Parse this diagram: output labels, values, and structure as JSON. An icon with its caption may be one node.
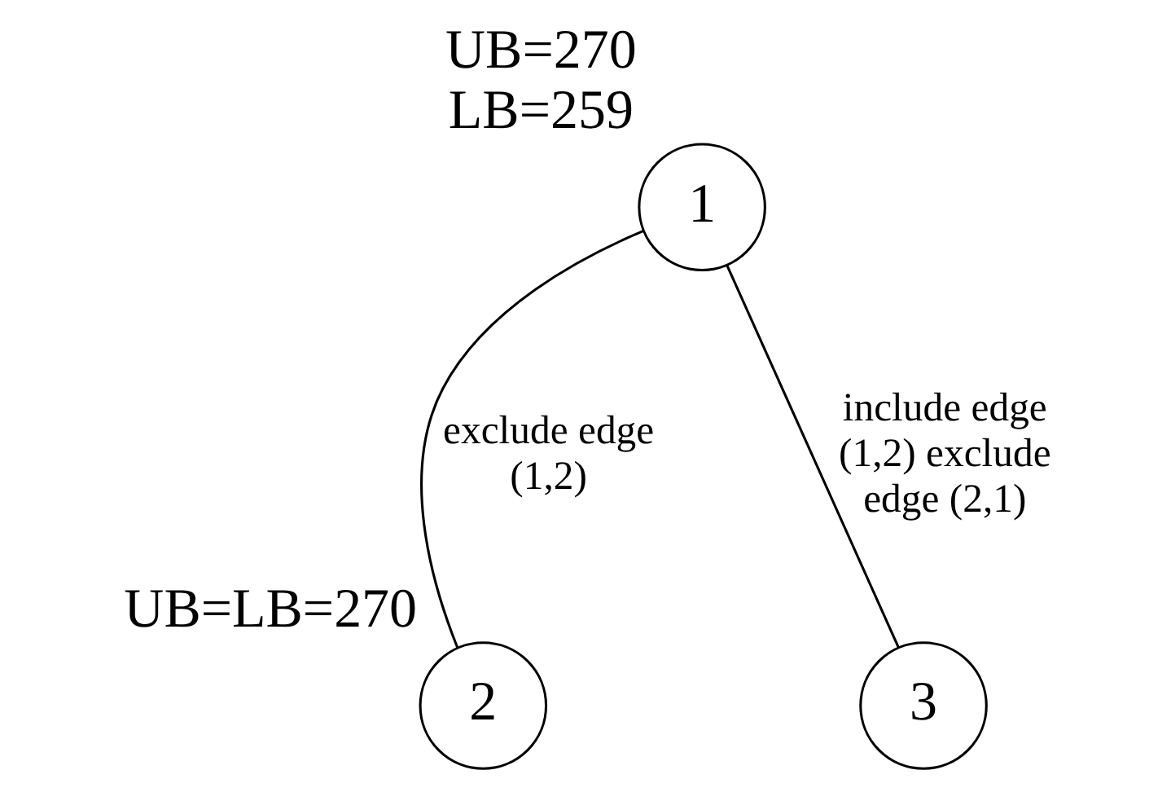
{
  "diagram": {
    "nodes": [
      {
        "text": [
          "1"
        ],
        "beside": [
          "UB=270",
          "LB=259"
        ]
      },
      {
        "text": [
          "2"
        ],
        "beside": [
          "UB=LB=270"
        ]
      },
      {
        "text": [
          "3"
        ]
      }
    ],
    "edges": [
      {
        "from": 0,
        "to": 1,
        "arrow": "none",
        "label": "exclude edge (1,2)"
      },
      {
        "from": 0,
        "to": 2,
        "arrow": "none",
        "label": "include edge (1,2) exclude edge (2,1)"
      }
    ]
  }
}
